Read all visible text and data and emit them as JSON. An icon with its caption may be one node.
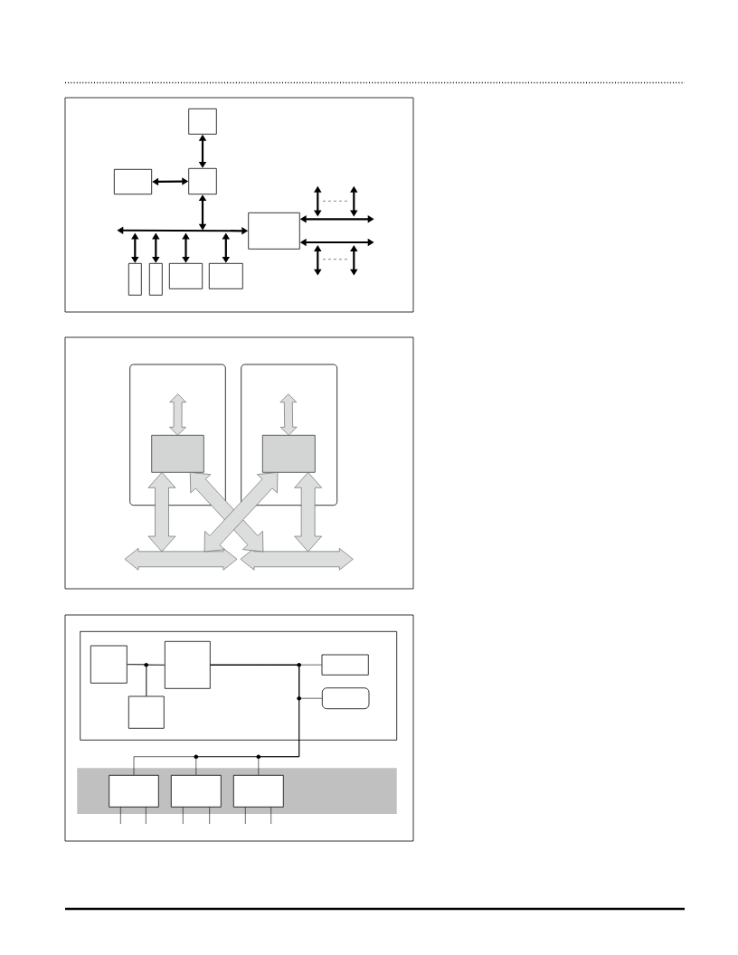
{
  "diagram": {
    "nodes": [
      {
        "text": [],
        "shape": "box"
      },
      {
        "text": [],
        "shape": "box"
      },
      {
        "text": [],
        "shape": "box"
      },
      {
        "text": [],
        "shape": "box"
      },
      {
        "text": [],
        "shape": "box"
      },
      {
        "text": [],
        "shape": "box"
      },
      {
        "text": [],
        "shape": "box"
      },
      {
        "text": [],
        "shape": "box"
      },
      {
        "text": [],
        "shape": "box"
      },
      {
        "text": [],
        "shape": "box",
        "in": 8
      },
      {
        "text": [],
        "shape": "box"
      },
      {
        "text": [],
        "shape": "box",
        "in": 10
      },
      {
        "text": [],
        "shape": "arrow"
      },
      {
        "text": [],
        "shape": "arrow"
      },
      {
        "text": [],
        "shape": "box"
      },
      {
        "text": [],
        "shape": "box",
        "in": 14
      },
      {
        "text": [],
        "shape": "box",
        "in": 14
      },
      {
        "text": [],
        "shape": "box",
        "in": 14
      },
      {
        "text": [],
        "shape": "box",
        "in": 14
      },
      {
        "text": [],
        "shape": "box",
        "in": 14
      },
      {
        "text": [],
        "shape": "box"
      },
      {
        "text": [],
        "shape": "box",
        "in": 20
      },
      {
        "text": [],
        "shape": "box",
        "in": 20
      },
      {
        "text": [],
        "shape": "box",
        "in": 20
      }
    ],
    "edges": [
      {
        "from": 0,
        "to": 2,
        "arrow": "both"
      },
      {
        "from": 1,
        "to": 2,
        "arrow": "both"
      },
      {
        "from": null,
        "to": 3,
        "arrow": "both"
      },
      {
        "from": 2,
        "to": null,
        "arrow": "both"
      },
      {
        "from": null,
        "to": 4,
        "arrow": "both"
      },
      {
        "from": null,
        "to": 5,
        "arrow": "both"
      },
      {
        "from": null,
        "to": 6,
        "arrow": "both"
      },
      {
        "from": null,
        "to": 7,
        "arrow": "both"
      },
      {
        "from": 3,
        "to": null,
        "arrow": "both"
      },
      {
        "from": 3,
        "to": null,
        "arrow": "both"
      },
      {
        "from": null,
        "to": 9,
        "arrow": "both",
        "style": "thick"
      },
      {
        "from": null,
        "to": 11,
        "arrow": "both",
        "style": "thick"
      },
      {
        "from": 9,
        "to": 12,
        "arrow": "both",
        "style": "thick"
      },
      {
        "from": 9,
        "to": 13,
        "arrow": "both",
        "style": "thick"
      },
      {
        "from": 11,
        "to": 12,
        "arrow": "both",
        "style": "thick"
      },
      {
        "from": 11,
        "to": 13,
        "arrow": "both",
        "style": "thick"
      },
      {
        "from": 15,
        "to": 16,
        "arrow": "none"
      },
      {
        "from": 19,
        "to": 15,
        "arrow": "none"
      },
      {
        "from": 19,
        "to": 16,
        "arrow": "none"
      },
      {
        "from": 16,
        "to": 17,
        "arrow": "none"
      },
      {
        "from": 16,
        "to": 18,
        "arrow": "none"
      },
      {
        "from": 16,
        "to": 21,
        "arrow": "none"
      },
      {
        "from": 16,
        "to": 22,
        "arrow": "none"
      },
      {
        "from": 16,
        "to": 23,
        "arrow": "none"
      }
    ]
  }
}
